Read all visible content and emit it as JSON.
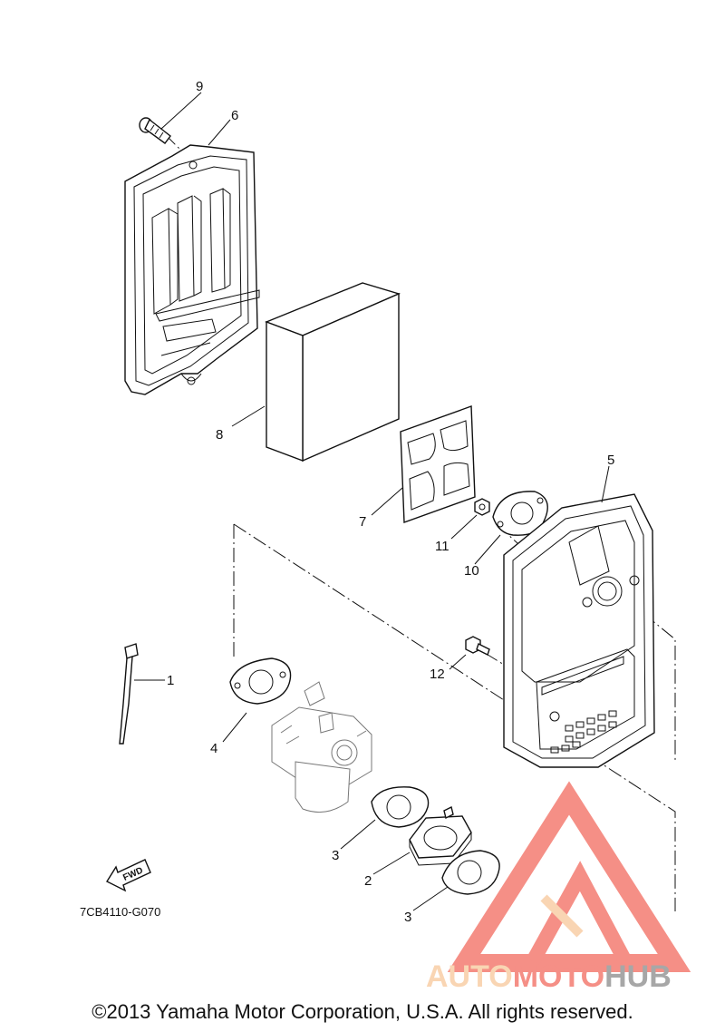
{
  "callouts": {
    "c1": "1",
    "c2": "2",
    "c3a": "3",
    "c3b": "3",
    "c4": "4",
    "c5": "5",
    "c6": "6",
    "c7": "7",
    "c8": "8",
    "c9": "9",
    "c10": "10",
    "c11": "11",
    "c12": "12"
  },
  "fwd_label": "FWD",
  "ref_code": "7CB4110-G070",
  "copyright": "©2013 Yamaha Motor Corporation, U.S.A. All rights reserved.",
  "watermark": {
    "part1": "AUTO",
    "part2": "MOTO",
    "part3": "HUB",
    "color_light": "#f7c89a",
    "color_red": "#f26a5e",
    "color_gray": "#8a8a8a"
  }
}
